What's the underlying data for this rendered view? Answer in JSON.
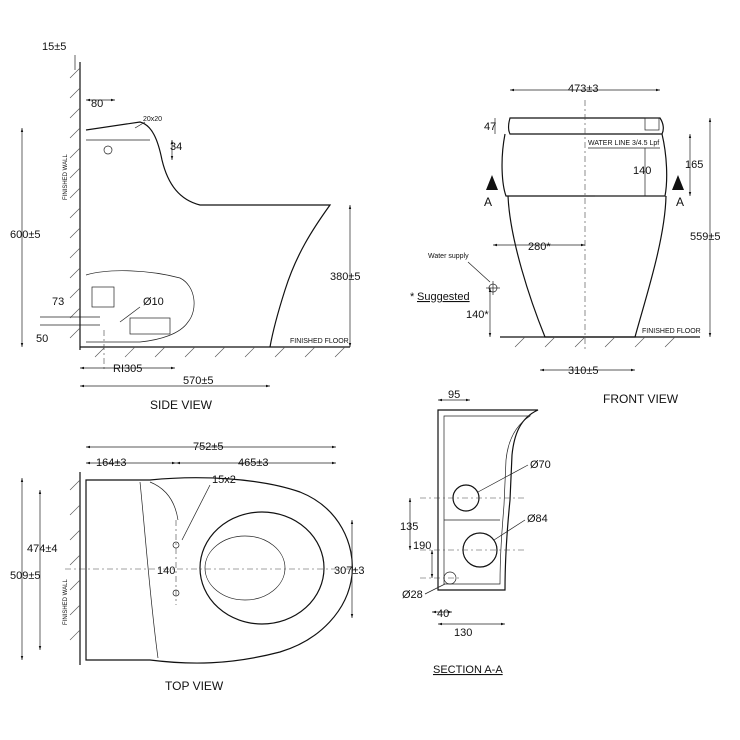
{
  "views": {
    "side": "SIDE VIEW",
    "front": "FRONT VIEW",
    "top": "TOP VIEW",
    "section": "SECTION A-A"
  },
  "labels": {
    "finished_wall": "FINISHED WALL",
    "finished_floor": "FINISHED FLOOR",
    "water_line": "WATER LINE 3/4.5 Lpf",
    "water_supply": "Water supply",
    "suggested_mark": "*",
    "suggested": "Suggested",
    "section_a": "A"
  },
  "side_dims": {
    "gap": "15±5",
    "d80": "80",
    "d20x20": "20x20",
    "d34": "34",
    "h600": "600±5",
    "h380": "380±5",
    "d73": "73",
    "d10": "Ø10",
    "d50": "50",
    "ri305": "RI305",
    "d570": "570±5"
  },
  "front_dims": {
    "w473": "473±3",
    "d47": "47",
    "d165": "165",
    "d140": "140",
    "h559": "559±5",
    "d280": "280*",
    "d140s": "140*",
    "w310": "310±5"
  },
  "top_dims": {
    "w752": "752±5",
    "d164": "164±3",
    "d465": "465±3",
    "d15x2": "15x2",
    "d474": "474±4",
    "d509": "509±5",
    "d140": "140",
    "d307": "307±3"
  },
  "section_dims": {
    "d95": "95",
    "d70": "Ø70",
    "d135": "135",
    "d84": "Ø84",
    "d190": "190",
    "d28": "Ø28",
    "d40": "40",
    "d130": "130"
  }
}
